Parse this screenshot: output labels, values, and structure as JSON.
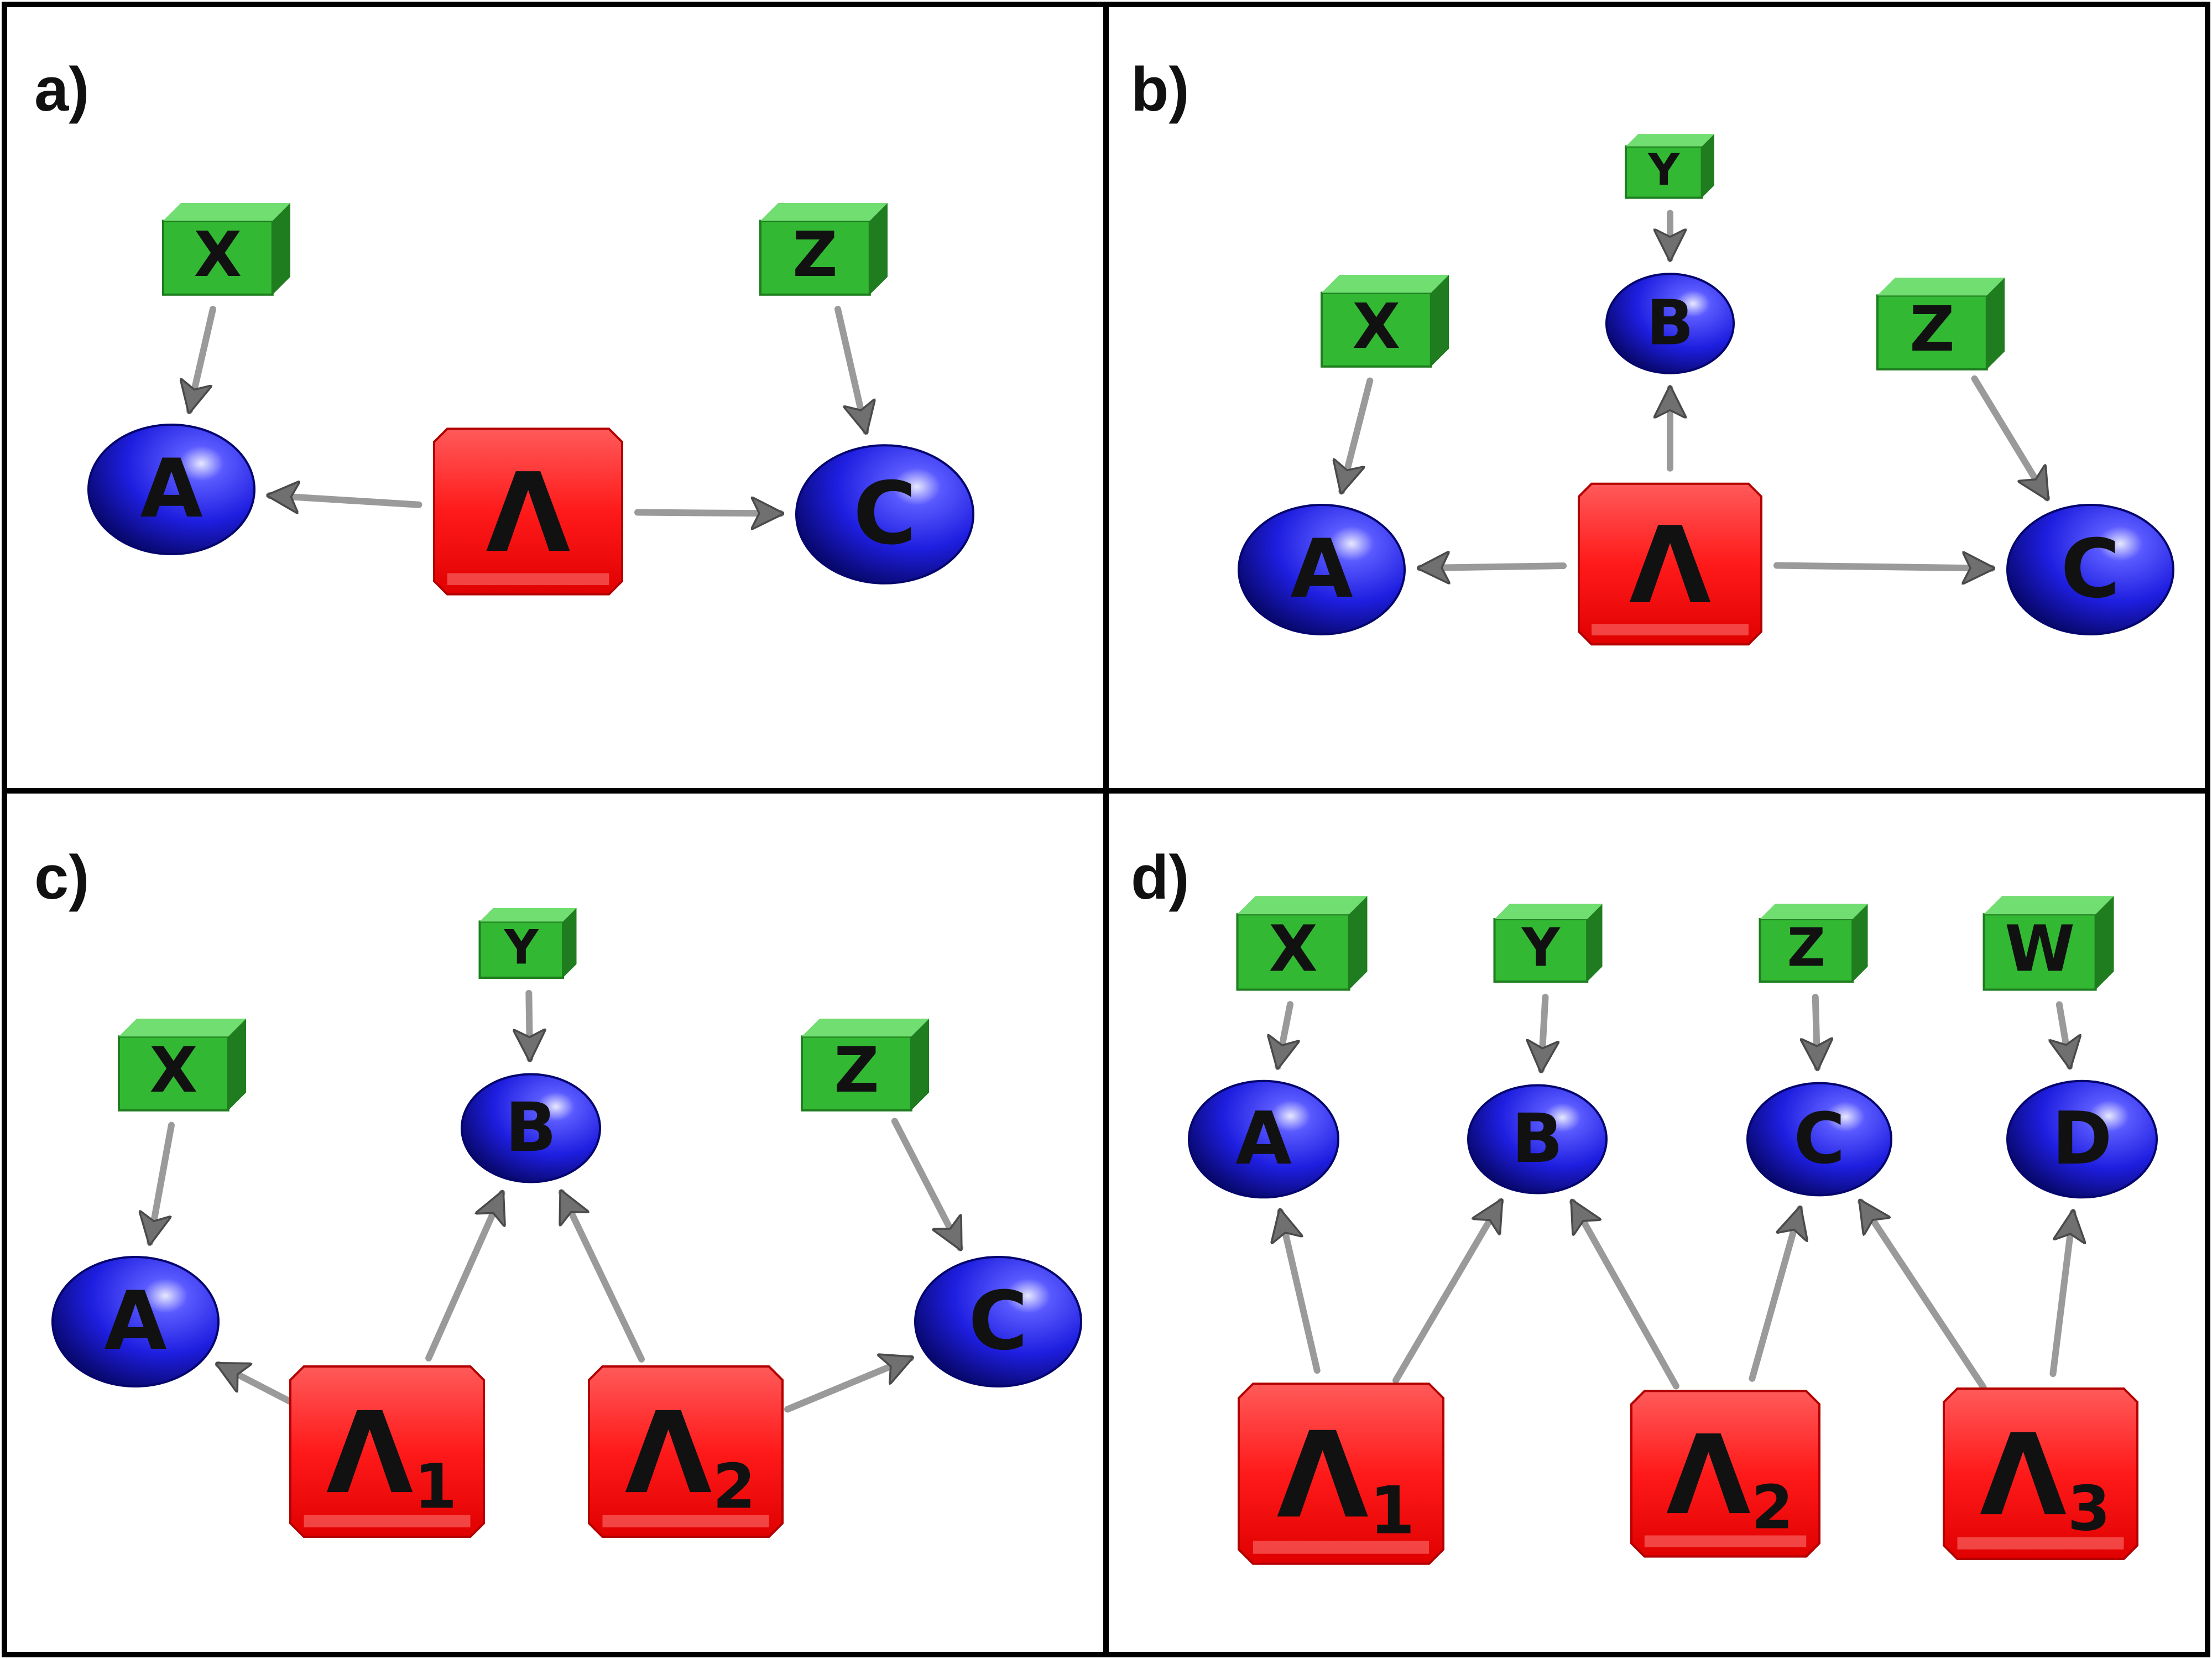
{
  "colors": {
    "source": "#ff1a1a",
    "source_dark": "#b30000",
    "outcome": "#2424e6",
    "outcome_dark": "#05056e",
    "setting": "#33b833",
    "setting_light": "#70de70",
    "setting_dark": "#1f7d1f",
    "arrow": "#9a9a9a",
    "border": "#000000"
  },
  "icons": {
    "setting": "green-cube",
    "outcome": "blue-sphere",
    "source": "red-box",
    "edge": "grey-arrow"
  },
  "panels": [
    {
      "label": "a)",
      "settings": [
        {
          "id": "a_X",
          "label": "X"
        },
        {
          "id": "a_Z",
          "label": "Z"
        }
      ],
      "outcomes": [
        {
          "id": "a_A",
          "label": "A"
        },
        {
          "id": "a_C",
          "label": "C"
        }
      ],
      "sources": [
        {
          "id": "a_L",
          "label": "Λ",
          "sub": ""
        }
      ]
    },
    {
      "label": "b)",
      "settings": [
        {
          "id": "b_X",
          "label": "X"
        },
        {
          "id": "b_Y",
          "label": "Y"
        },
        {
          "id": "b_Z",
          "label": "Z"
        }
      ],
      "outcomes": [
        {
          "id": "b_A",
          "label": "A"
        },
        {
          "id": "b_B",
          "label": "B"
        },
        {
          "id": "b_C",
          "label": "C"
        }
      ],
      "sources": [
        {
          "id": "b_L",
          "label": "Λ",
          "sub": ""
        }
      ]
    },
    {
      "label": "c)",
      "settings": [
        {
          "id": "c_X",
          "label": "X"
        },
        {
          "id": "c_Y",
          "label": "Y"
        },
        {
          "id": "c_Z",
          "label": "Z"
        }
      ],
      "outcomes": [
        {
          "id": "c_A",
          "label": "A"
        },
        {
          "id": "c_B",
          "label": "B"
        },
        {
          "id": "c_C",
          "label": "C"
        }
      ],
      "sources": [
        {
          "id": "c_L1",
          "label": "Λ",
          "sub": "1"
        },
        {
          "id": "c_L2",
          "label": "Λ",
          "sub": "2"
        }
      ]
    },
    {
      "label": "d)",
      "settings": [
        {
          "id": "d_X",
          "label": "X"
        },
        {
          "id": "d_Y",
          "label": "Y"
        },
        {
          "id": "d_Z",
          "label": "Z"
        },
        {
          "id": "d_W",
          "label": "W"
        }
      ],
      "outcomes": [
        {
          "id": "d_A",
          "label": "A"
        },
        {
          "id": "d_B",
          "label": "B"
        },
        {
          "id": "d_C",
          "label": "C"
        },
        {
          "id": "d_D",
          "label": "D"
        }
      ],
      "sources": [
        {
          "id": "d_L1",
          "label": "Λ",
          "sub": "1"
        },
        {
          "id": "d_L2",
          "label": "Λ",
          "sub": "2"
        },
        {
          "id": "d_L3",
          "label": "Λ",
          "sub": "3"
        }
      ]
    }
  ],
  "edges": [
    [
      "a_X",
      "a_A"
    ],
    [
      "a_Z",
      "a_C"
    ],
    [
      "a_L",
      "a_A"
    ],
    [
      "a_L",
      "a_C"
    ],
    [
      "b_X",
      "b_A"
    ],
    [
      "b_Y",
      "b_B"
    ],
    [
      "b_Z",
      "b_C"
    ],
    [
      "b_L",
      "b_A"
    ],
    [
      "b_L",
      "b_B"
    ],
    [
      "b_L",
      "b_C"
    ],
    [
      "c_X",
      "c_A"
    ],
    [
      "c_Y",
      "c_B"
    ],
    [
      "c_Z",
      "c_C"
    ],
    [
      "c_L1",
      "c_A"
    ],
    [
      "c_L1",
      "c_B"
    ],
    [
      "c_L2",
      "c_B"
    ],
    [
      "c_L2",
      "c_C"
    ],
    [
      "d_X",
      "d_A"
    ],
    [
      "d_Y",
      "d_B"
    ],
    [
      "d_Z",
      "d_C"
    ],
    [
      "d_W",
      "d_D"
    ],
    [
      "d_L1",
      "d_A"
    ],
    [
      "d_L1",
      "d_B"
    ],
    [
      "d_L2",
      "d_B"
    ],
    [
      "d_L2",
      "d_C"
    ],
    [
      "d_L3",
      "d_C"
    ],
    [
      "d_L3",
      "d_D"
    ]
  ]
}
